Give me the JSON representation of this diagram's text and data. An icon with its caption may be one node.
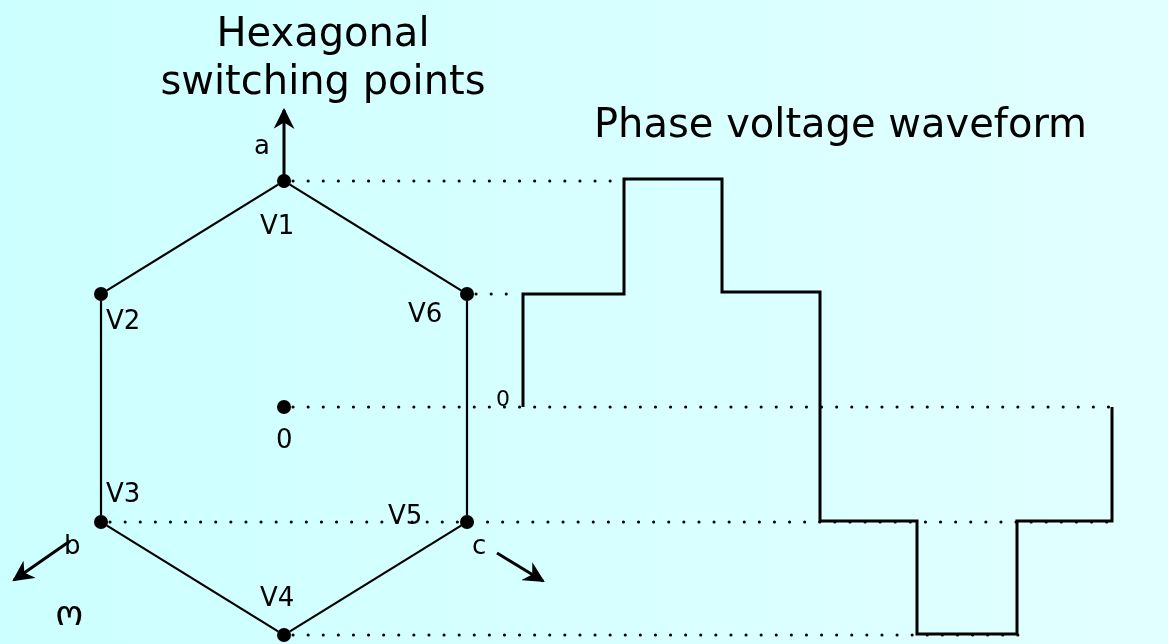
{
  "diagram": {
    "title": "Hexagonal switching points",
    "nodes": [
      {
        "text": [],
        "shape": "circle",
        "beside": [
          "V1"
        ]
      },
      {
        "text": [],
        "shape": "circle",
        "beside": [
          "V2"
        ]
      },
      {
        "text": [],
        "shape": "circle",
        "beside": [
          "V3"
        ]
      },
      {
        "text": [],
        "shape": "circle",
        "beside": [
          "V4"
        ]
      },
      {
        "text": [],
        "shape": "circle",
        "beside": [
          "V5"
        ]
      },
      {
        "text": [],
        "shape": "circle",
        "beside": [
          "V6"
        ]
      },
      {
        "text": [],
        "shape": "circle",
        "beside": [
          "0"
        ]
      },
      {
        "text": [],
        "shape": "line"
      }
    ],
    "edges": [
      {
        "from": 0,
        "to": 1,
        "arrow": "none"
      },
      {
        "from": 1,
        "to": 2,
        "arrow": "none"
      },
      {
        "from": 2,
        "to": 3,
        "arrow": "none"
      },
      {
        "from": 3,
        "to": 4,
        "arrow": "none"
      },
      {
        "from": 4,
        "to": 5,
        "arrow": "none"
      },
      {
        "from": 5,
        "to": 0,
        "arrow": "none"
      },
      {
        "from": 0,
        "to": 7,
        "arrow": "none",
        "style": "dashed"
      },
      {
        "from": 5,
        "to": 7,
        "arrow": "none",
        "style": "dashed"
      },
      {
        "from": 6,
        "to": 7,
        "arrow": "none",
        "style": "dashed"
      },
      {
        "from": 2,
        "to": 7,
        "arrow": "none",
        "style": "dashed"
      },
      {
        "from": 3,
        "to": 7,
        "arrow": "none",
        "style": "dashed"
      }
    ],
    "labels": [
      "Phase voltage waveform",
      "a",
      "b",
      "c",
      "0",
      "ω"
    ]
  }
}
